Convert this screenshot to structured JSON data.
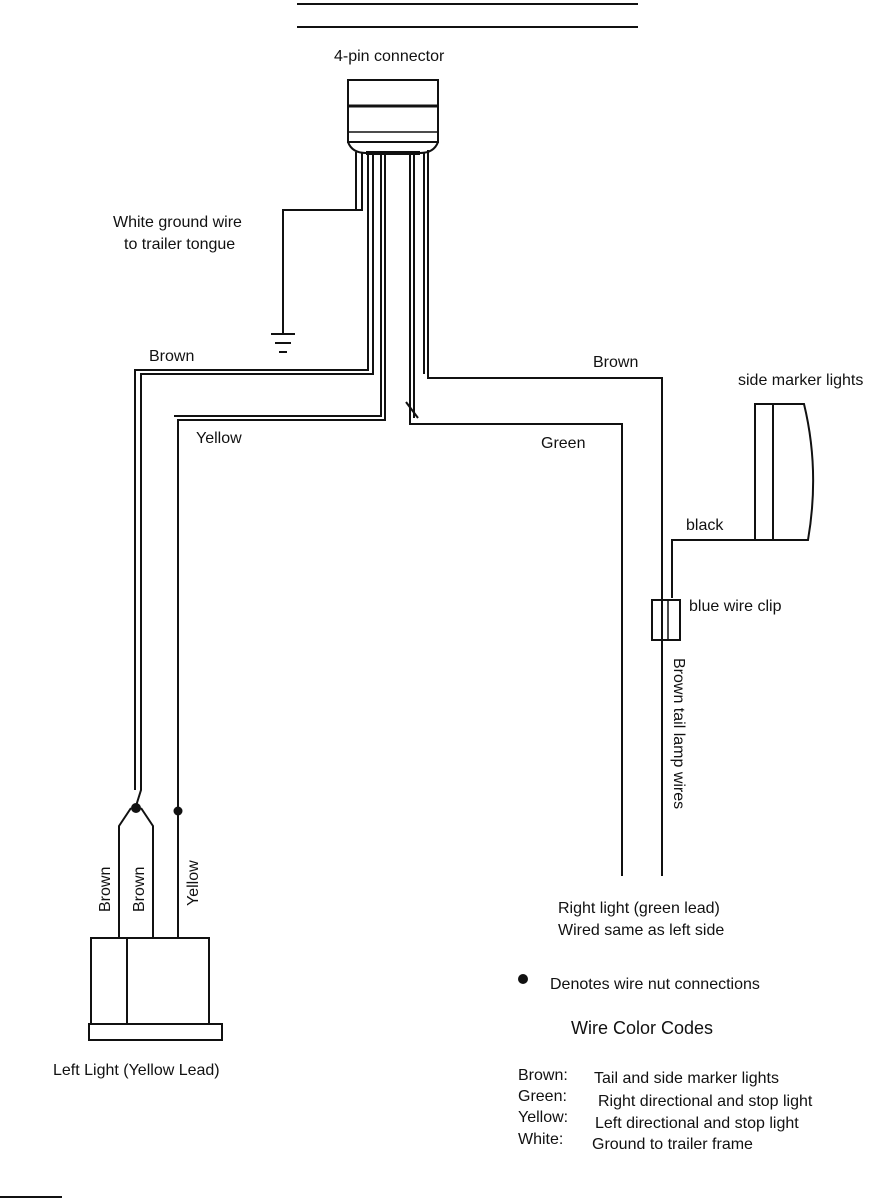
{
  "connector": {
    "label": "4-pin connector"
  },
  "ground": {
    "label_line1": "White ground wire",
    "label_line2": "to trailer tongue"
  },
  "wires": {
    "brown_left": "Brown",
    "yellow_left": "Yellow",
    "brown_right": "Brown",
    "green_right": "Green",
    "black": "black",
    "brown_tail_lamp": "Brown tail lamp wires",
    "left_lead_1": "Brown",
    "left_lead_2": "Brown",
    "left_lead_3": "Yellow"
  },
  "side_marker": {
    "label": "side marker lights"
  },
  "wire_clip": {
    "label": "blue wire clip"
  },
  "left_light": {
    "label": "Left Light (Yellow Lead)"
  },
  "right_light": {
    "line1": "Right light (green lead)",
    "line2": "Wired same as left side"
  },
  "legend": {
    "wire_nut_note": "Denotes wire nut connections",
    "title": "Wire Color Codes",
    "entries": [
      {
        "color": "Brown:",
        "desc": "Tail and side marker lights"
      },
      {
        "color": "Green:",
        "desc": "Right directional and stop light"
      },
      {
        "color": "Yellow:",
        "desc": "Left directional and stop light"
      },
      {
        "color": "White:",
        "desc": "Ground to trailer frame"
      }
    ]
  }
}
